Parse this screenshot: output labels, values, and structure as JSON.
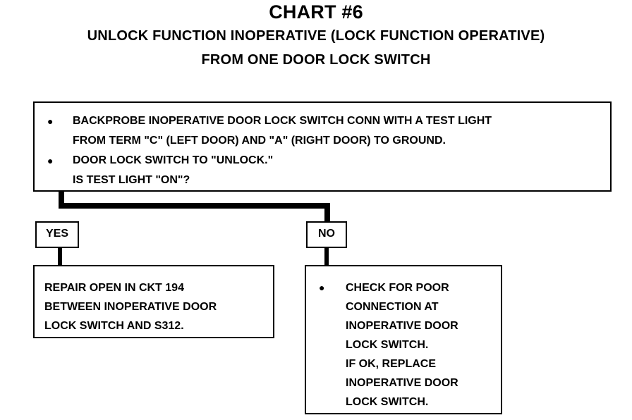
{
  "header": {
    "title": "CHART #6",
    "subtitle_line1": "UNLOCK FUNCTION INOPERATIVE (LOCK FUNCTION OPERATIVE)",
    "subtitle_line2": "FROM ONE DOOR LOCK SWITCH"
  },
  "test_box": {
    "bullet1_line1": "BACKPROBE INOPERATIVE DOOR LOCK SWITCH CONN WITH A TEST LIGHT",
    "bullet1_line2": "FROM TERM \"C\" (LEFT DOOR) AND \"A\" (RIGHT DOOR) TO GROUND.",
    "bullet2_line1": "DOOR LOCK SWITCH TO \"UNLOCK.\"",
    "bullet2_line2": "IS TEST LIGHT \"ON\"?"
  },
  "yes_branch": {
    "label": "YES",
    "line1": "REPAIR OPEN IN CKT 194",
    "line2": "BETWEEN INOPERATIVE DOOR",
    "line3": "LOCK SWITCH AND S312."
  },
  "no_branch": {
    "label": "NO",
    "line1": "CHECK FOR POOR",
    "line2": "CONNECTION AT",
    "line3": "INOPERATIVE DOOR",
    "line4": "LOCK SWITCH.",
    "line5": "IF OK, REPLACE",
    "line6": "INOPERATIVE DOOR",
    "line7": "LOCK SWITCH."
  }
}
